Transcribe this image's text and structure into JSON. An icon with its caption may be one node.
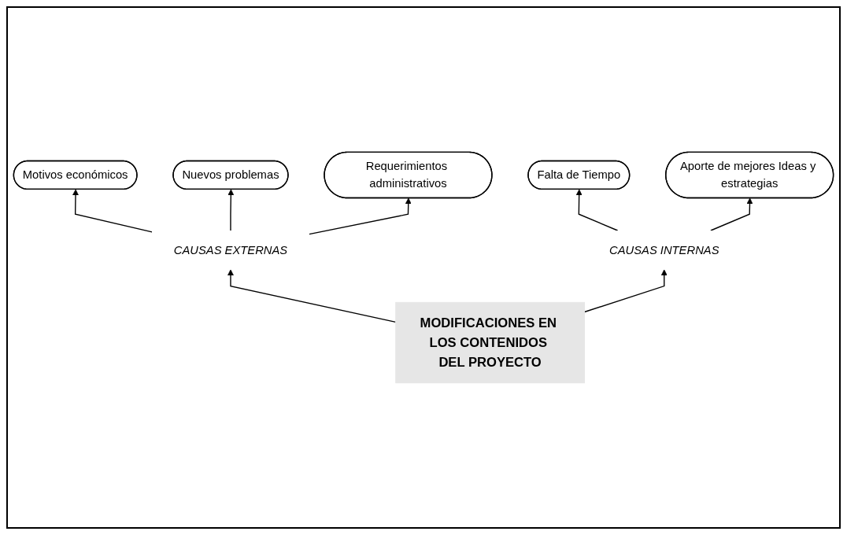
{
  "diagram": {
    "nodes": [
      {
        "text": [
          "Motivos económicos"
        ]
      },
      {
        "text": [
          "Nuevos problemas"
        ]
      },
      {
        "text": [
          "Requerimientos administrativos"
        ]
      },
      {
        "text": [
          "CAUSAS EXTERNAS"
        ]
      },
      {
        "text": [
          "MODIFICACIONES EN LOS CONTENIDOS DEL PROYECTO"
        ]
      },
      {
        "text": [
          "CAUSAS INTERNAS"
        ]
      },
      {
        "text": [
          "Falta de Tiempo"
        ]
      },
      {
        "text": [
          "Aporte de mejores Ideas y estrategias"
        ]
      }
    ],
    "edges": [
      {
        "from": 3,
        "to": 0,
        "arrow": "to"
      },
      {
        "from": 3,
        "to": 1,
        "arrow": "to"
      },
      {
        "from": 3,
        "to": 2,
        "arrow": "to"
      },
      {
        "from": 4,
        "to": 3,
        "arrow": "to"
      },
      {
        "from": 4,
        "to": 5,
        "arrow": "to"
      },
      {
        "from": 5,
        "to": 6,
        "arrow": "to"
      },
      {
        "from": 5,
        "to": 7,
        "arrow": "to"
      }
    ]
  }
}
